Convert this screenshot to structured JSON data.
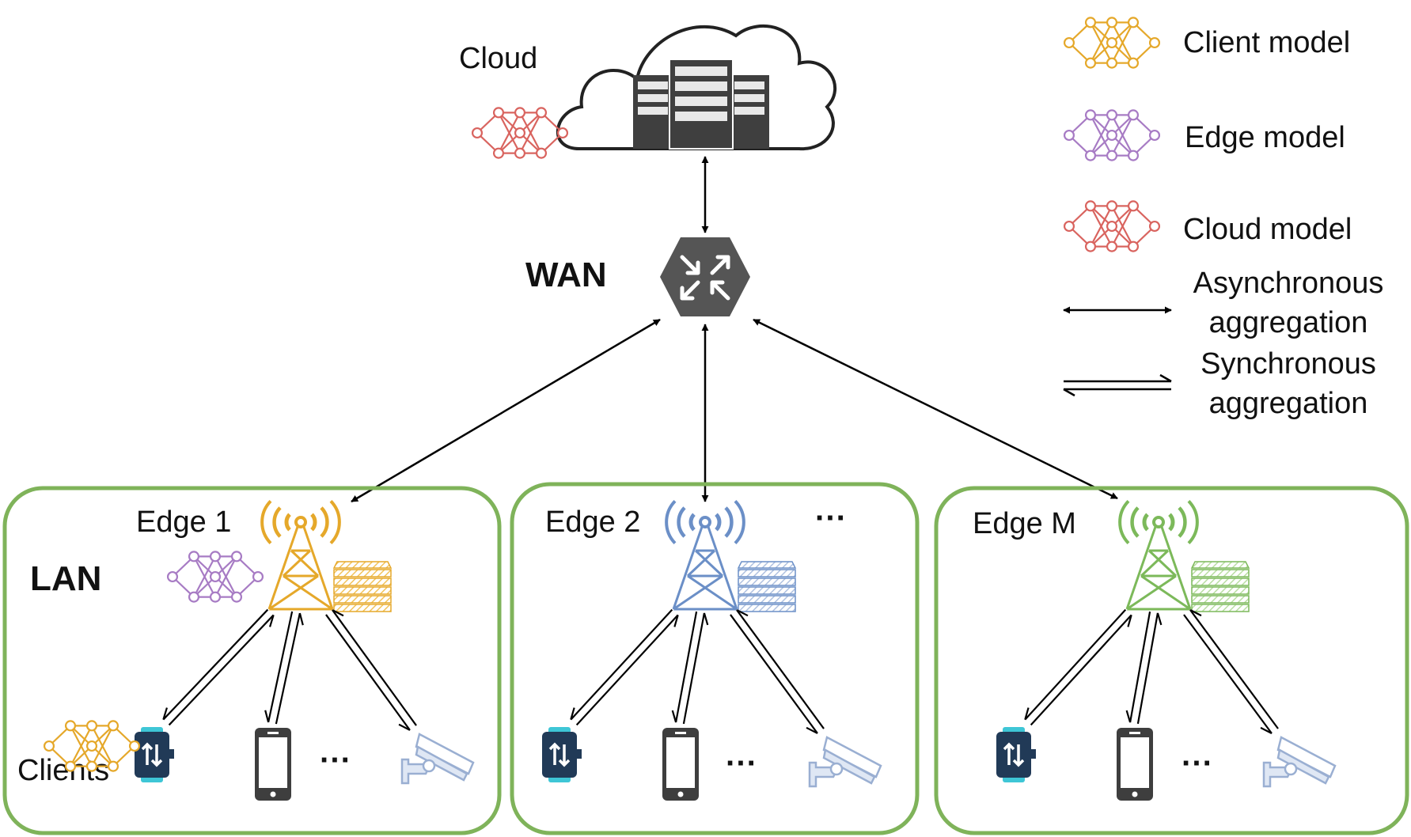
{
  "labels": {
    "cloud": "Cloud",
    "wan": "WAN",
    "lan": "LAN",
    "clients": "Clients",
    "edges_ellipsis": "···"
  },
  "legend": {
    "client_model": "Client model",
    "edge_model": "Edge model",
    "cloud_model": "Cloud model",
    "async_line1": "Asynchronous",
    "async_line2": "aggregation",
    "sync_line1": "Synchronous",
    "sync_line2": "aggregation"
  },
  "edges": [
    {
      "label": "Edge 1",
      "ellipsis": "···"
    },
    {
      "label": "Edge 2",
      "ellipsis": "···"
    },
    {
      "label": "Edge M",
      "ellipsis": "···"
    }
  ],
  "colors": {
    "client_model": "#E5A82A",
    "edge_model": "#A77BC4",
    "cloud_model": "#D9645F",
    "edge_1": "#E5A82A",
    "edge_2": "#6B8FC7",
    "edge_m": "#7CB95A",
    "lan_border": "#7FB35A",
    "device_dark": "#213A57",
    "device_grey": "#3E3E3E",
    "camera": "#9AAFD2",
    "server_dark": "#3F3F3F"
  },
  "icons": {
    "cloud": "cloud-icon",
    "server_rack": "server-rack-icon",
    "router": "router-icon",
    "tower": "cell-tower-icon",
    "edge_server": "edge-server-icon",
    "smartwatch": "smartwatch-icon",
    "phone": "phone-icon",
    "camera": "security-camera-icon",
    "neural_net": "neural-network-icon"
  }
}
